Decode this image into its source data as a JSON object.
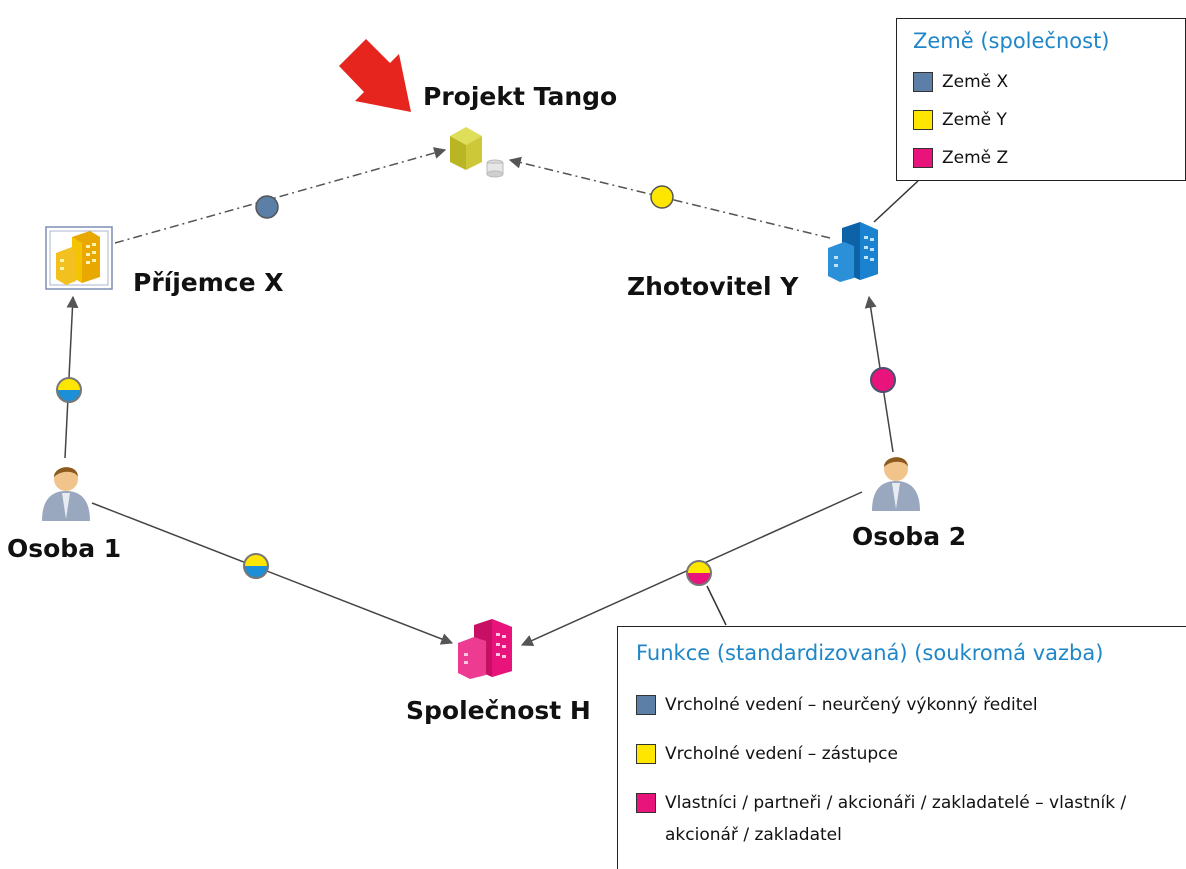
{
  "nodes": {
    "project": {
      "label": "Projekt Tango",
      "icon": "project-cube-icon"
    },
    "recipient": {
      "label": "Příjemce X",
      "icon": "building-icon"
    },
    "contractor": {
      "label": "Zhotovitel Y",
      "icon": "building-icon"
    },
    "person1": {
      "label": "Osoba 1",
      "icon": "person-icon"
    },
    "person2": {
      "label": "Osoba 2",
      "icon": "person-icon"
    },
    "company": {
      "label": "Společnost H",
      "icon": "building-icon"
    }
  },
  "legend_country": {
    "title": "Země (společnost)",
    "items": [
      {
        "label": "Země X",
        "color": "#5b7fa6"
      },
      {
        "label": "Země Y",
        "color": "#ffe600"
      },
      {
        "label": "Země Z",
        "color": "#e8137b"
      }
    ]
  },
  "legend_function": {
    "title": "Funkce (standardizovaná) (soukromá vazba)",
    "items": [
      {
        "label": "Vrcholné vedení – neurčený výkonný ředitel",
        "color": "#5b7fa6"
      },
      {
        "label": "Vrcholné vedení – zástupce",
        "color": "#ffe600"
      },
      {
        "label": "Vlastníci / partneři / akcionáři / zakladatelé – vlastník / akcionář / zakladatel",
        "color": "#e8137b"
      }
    ]
  },
  "colors": {
    "country_x": "#5b7fa6",
    "country_y": "#ffe600",
    "country_z": "#e8137b",
    "accent_arrow": "#e6251e",
    "edge": "#444444"
  }
}
